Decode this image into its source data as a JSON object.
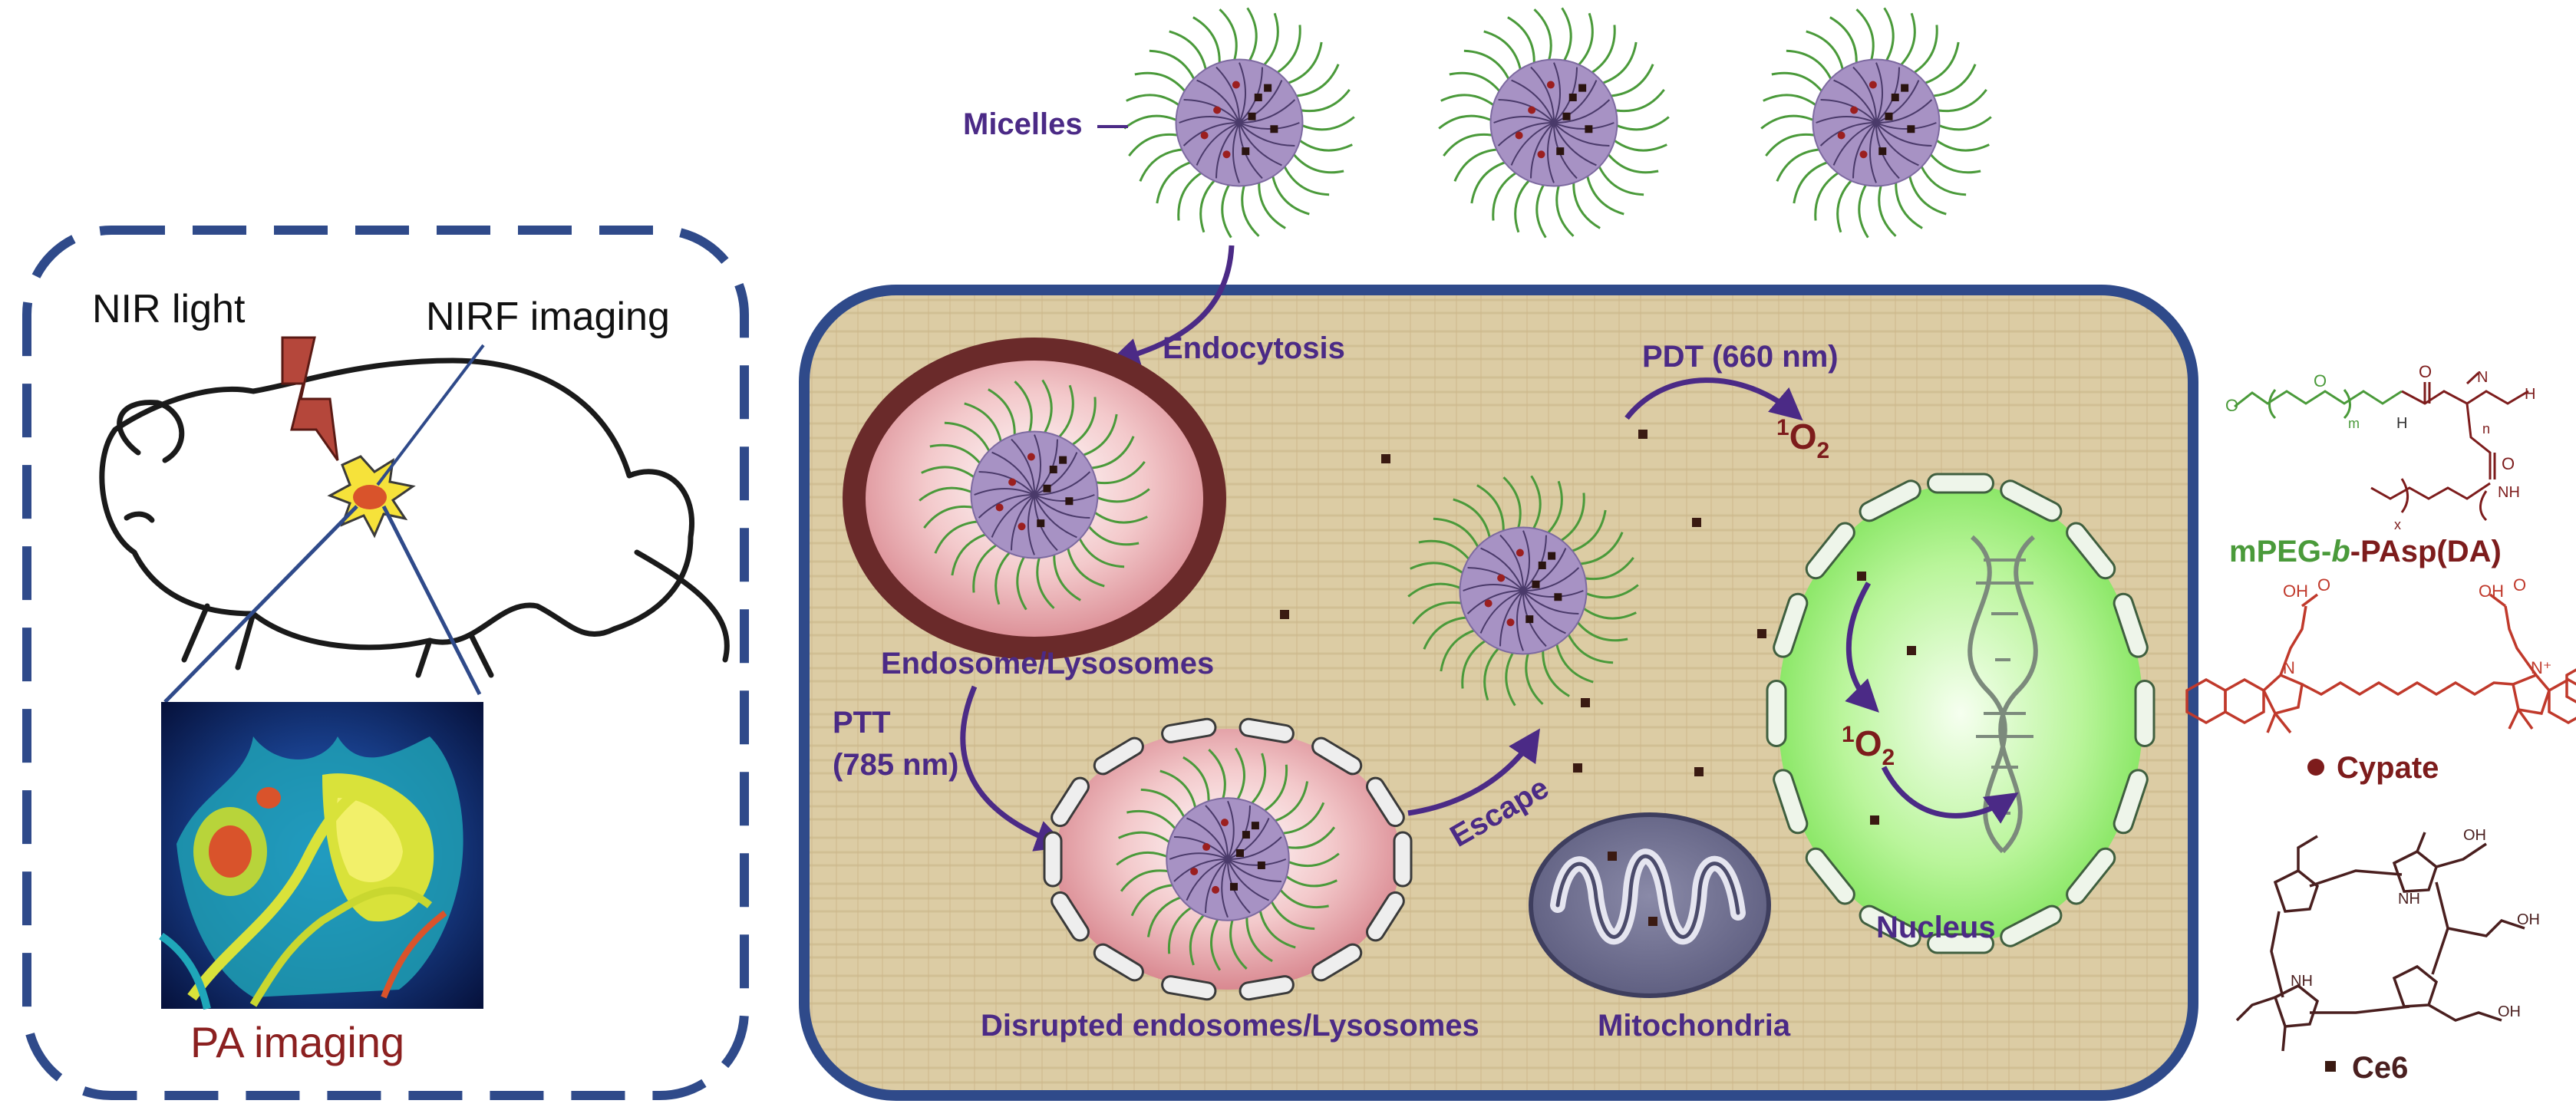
{
  "left_panel": {
    "nir_light": "NIR light",
    "nirf_imaging": "NIRF imaging",
    "pa_imaging": "PA imaging"
  },
  "cell": {
    "micelles": "Micelles",
    "endocytosis": "Endocytosis",
    "endosome": "Endosome/Lysosomes",
    "ptt_line1": "PTT",
    "ptt_line2": "(785 nm)",
    "escape": "Escape",
    "disrupted": "Disrupted endosomes/Lysosomes",
    "pdt": "PDT (660 nm)",
    "singlet_oxygen_sup": "1",
    "singlet_oxygen_base": "O",
    "singlet_oxygen_sub": "2",
    "mitochondria": "Mitochondria",
    "nucleus": "Nucleus"
  },
  "right_panel": {
    "mpeg_prefix": "mPEG-",
    "mpeg_b": "b",
    "mpeg_suffix": "-PAsp(DA)",
    "cypate": "Cypate",
    "ce6": "Ce6",
    "m_label": "m",
    "n_label": "n",
    "x_label": "x",
    "o_label": "O",
    "h_label": "H",
    "n_atom": "N",
    "nh_label": "NH",
    "oh_label": "OH",
    "n_plus": "N⁺"
  },
  "colors": {
    "frame_blue": "#2f4a8a",
    "purple": "#4b2a86",
    "dark_red": "#7d1c1c",
    "green": "#4a9a3a",
    "cell_bg": "#d9c9a0",
    "micelle_core": "#a792c4",
    "cypate_red": "#c0392b",
    "ce6_brown": "#4a1f1f"
  }
}
